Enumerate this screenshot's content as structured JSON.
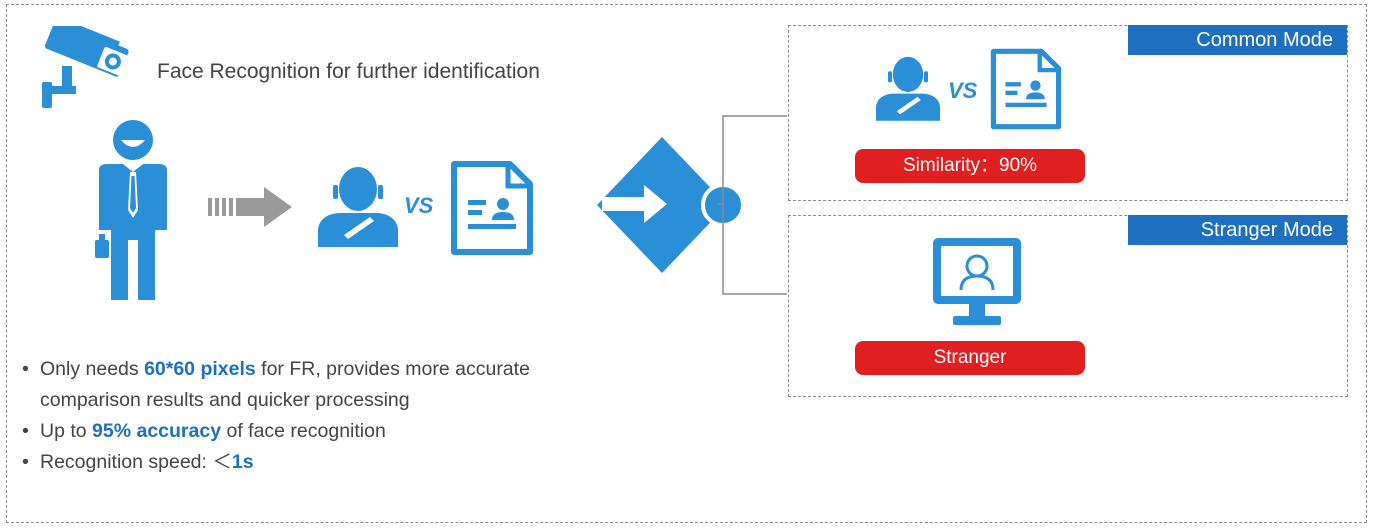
{
  "header": {
    "title": "Face Recognition for further identification"
  },
  "vs_label": "VS",
  "modes": [
    {
      "tag": "Common Mode",
      "result": "Similarity：90%"
    },
    {
      "tag": "Stranger Mode",
      "result": "Stranger"
    }
  ],
  "bullets": [
    {
      "pre": "Only needs ",
      "hl": "60*60 pixels",
      "post": " for FR, provides more accurate",
      "cont": "comparison results and quicker processing"
    },
    {
      "pre": "Up to ",
      "hl": "95% accuracy",
      "post": " of face recognition"
    },
    {
      "pre": "Recognition speed: ＜",
      "hl": "1s",
      "post": ""
    }
  ],
  "colors": {
    "primary_blue": "#2a8fd6",
    "tag_blue": "#1e6fbf",
    "alert_red": "#e02020"
  },
  "icons": [
    "cctv-camera-icon",
    "businessman-icon",
    "arrow-right-icon",
    "user-avatar-icon",
    "id-document-icon",
    "decision-diamond-icon",
    "monitor-user-icon"
  ]
}
